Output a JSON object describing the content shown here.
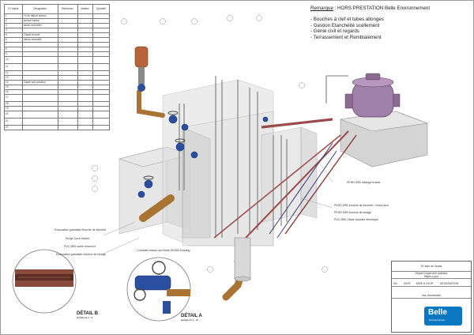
{
  "table": {
    "headers": [
      "N° Article",
      "Désignation",
      "Référence",
      "Matière",
      "Quantité"
    ],
    "rows": [
      [
        "1",
        "Té de départ réseau",
        "",
        "",
        ""
      ],
      [
        "2",
        "pompe Ksbloc",
        "",
        "",
        ""
      ],
      [
        "3",
        "ballon anti bélier",
        "",
        "",
        ""
      ],
      [
        "4",
        "",
        "",
        "",
        ""
      ],
      [
        "5",
        "Clapet à boule",
        "",
        "",
        ""
      ],
      [
        "6",
        "Vanne manuelle",
        "",
        "",
        ""
      ],
      [
        "7",
        "",
        "",
        "",
        ""
      ],
      [
        "8",
        "",
        "",
        "",
        ""
      ],
      [
        "9",
        "",
        "",
        "",
        ""
      ],
      [
        "10",
        "",
        "",
        "",
        ""
      ],
      [
        "11",
        "",
        "",
        "",
        ""
      ],
      [
        "12",
        "",
        "",
        "",
        ""
      ],
      [
        "13",
        "",
        "",
        "",
        ""
      ],
      [
        "14",
        "Clapet anti pollution",
        "",
        "",
        ""
      ],
      [
        "15",
        "",
        "",
        "",
        ""
      ],
      [
        "16",
        "",
        "",
        "",
        ""
      ],
      [
        "17",
        "",
        "",
        "",
        ""
      ],
      [
        "18",
        "",
        "",
        "",
        ""
      ],
      [
        "19",
        "",
        "",
        "",
        ""
      ],
      [
        "20",
        "",
        "",
        "",
        ""
      ],
      [
        "21",
        "",
        "",
        "",
        ""
      ],
      [
        "22",
        "",
        "",
        "",
        ""
      ]
    ]
  },
  "remark": {
    "title_prefix": "Remarque",
    "title_rest": " : HORS PRESTATION Belle Environnement",
    "items": [
      "- Bouches à clef  et tubes allonges",
      "- Gestion Etanchéité scellement",
      "- Génie civil et regards",
      "- Terrassement et Remblaiement"
    ]
  },
  "labels": {
    "vidange": "PEHD Ø90 vidange trottoir",
    "pehd_securite": "PEHD Ø90 bouche de sécurité + trous seul",
    "pehd_lavage": "PEHD Ø90 bouche de lavage",
    "pvc_gaine": "PVC Ø90 Gaine annelée électrique",
    "evac_securite": "Evacuation gravitaire Bouche de sécurité",
    "purge": "Purge Cuve trottoir",
    "pvc_reservoir": "PVC Ø90 sortie réservoir",
    "evac_lavage": "Evacuation gravitaire bouche de lavage",
    "conduite": "Conduite réseau sur Bride DN300 Existing"
  },
  "details": {
    "a_title": "DÉTAIL B",
    "a_scale": "ECHELLE 1 : 8",
    "b_title": "DÉTAIL A",
    "b_scale": "ECHELLE 1 : 15"
  },
  "title_block": {
    "client": "St Jean de Vedas",
    "project_line1": "Départ Clapet anti pollution",
    "project_line2": "Mises à jour",
    "header_no": "NO.",
    "header_date": "DATE",
    "header_mise": "MISE A JOUR",
    "designation": "DESIGNATION",
    "view": "Vue d'ensemble"
  },
  "logo": {
    "name": "Belle",
    "tagline": "Environnement"
  },
  "colors": {
    "tank": "#a07fa8",
    "valve": "#2b4fa0",
    "pipe_brown": "#b07a3c",
    "pipe_red": "#a04040",
    "concrete": "#d9d9d9"
  }
}
